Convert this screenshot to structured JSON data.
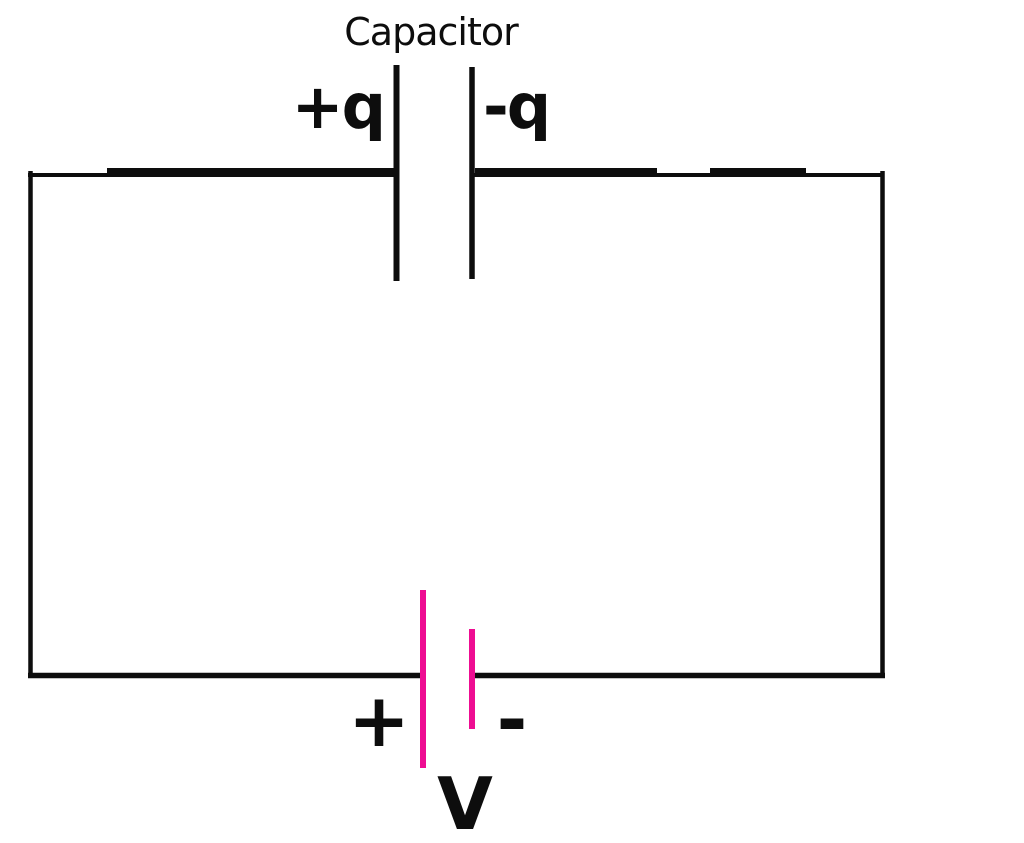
{
  "diagram": {
    "title": "Capacitor",
    "capacitor": {
      "positive_plate_label": "+q",
      "negative_plate_label": "-q"
    },
    "battery": {
      "positive_terminal_label": "+",
      "negative_terminal_label": "-",
      "voltage_label": "V"
    },
    "colors": {
      "wire": "#0d0d0d",
      "battery_plate": "#ee0d92",
      "background": "#ffffff"
    }
  }
}
